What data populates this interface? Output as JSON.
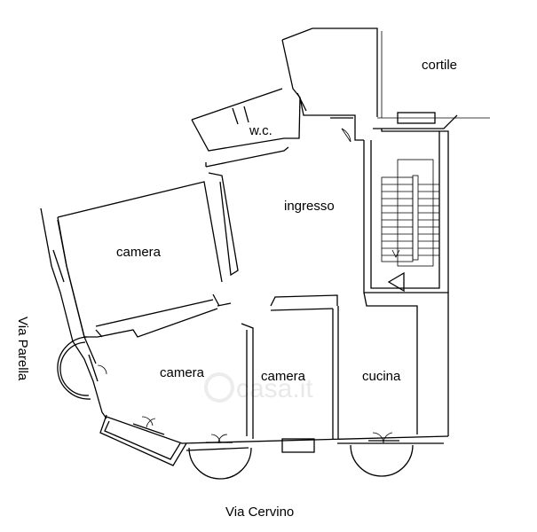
{
  "rooms": {
    "cortile": "cortile",
    "wc": "w.c.",
    "ingresso": "ingresso",
    "camera_1": "camera",
    "camera_2": "camera",
    "camera_3": "camera",
    "cucina": "cucina"
  },
  "streets": {
    "via_parella": "Via Parella",
    "via_cervino": "Via Cervino"
  },
  "watermark": {
    "text": "casa.it"
  }
}
